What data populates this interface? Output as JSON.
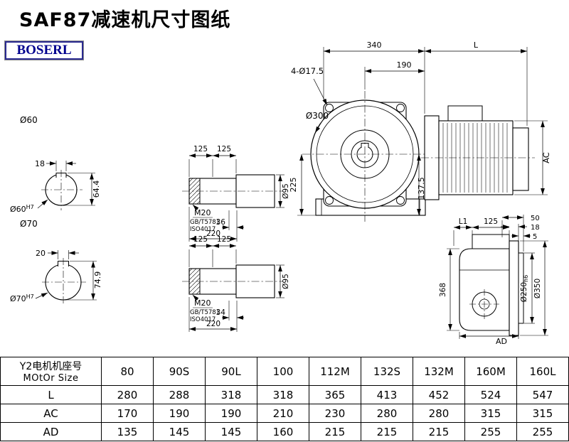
{
  "title": "SAF87减速机尺寸图纸",
  "logo": "BOSERL",
  "drawing": {
    "front": {
      "dim_340": "340",
      "dim_L": "L",
      "dim_190": "190",
      "holes": "4-Ø17.5",
      "dia_300": "Ø300",
      "dim_225": "225",
      "dim_137": "137.5",
      "dim_AC": "AC"
    },
    "side": {
      "dim_L1": "L1",
      "dim_125": "125",
      "dim_50": "50",
      "dim_18": "18",
      "dim_5": "5",
      "dim_368": "368",
      "dia_250": "Ø250",
      "tol_250": "h6",
      "dia_350": "Ø350",
      "dim_AD": "AD"
    },
    "bore60": {
      "dia": "Ø60",
      "key_w": "18",
      "key_h": "64.4",
      "fit": "Ø60",
      "fit_tol": "H7"
    },
    "bore70": {
      "dia": "Ø70",
      "key_w": "20",
      "key_h": "74.9",
      "fit": "Ø70",
      "fit_tol": "H7"
    },
    "shaft_a": {
      "dim_125a": "125",
      "dim_125b": "125",
      "thread": "M20",
      "std1": "GB/T5781",
      "std2": "ISO4017",
      "dim_len": "36",
      "dim_total": "220",
      "dia": "Ø95"
    },
    "shaft_b": {
      "dim_125a": "125",
      "dim_125b": "125",
      "thread": "M20",
      "std1": "GB/T5781",
      "std2": "ISO4017",
      "dim_len": "34",
      "dim_total": "220",
      "dia": "Ø95"
    }
  },
  "table": {
    "header_cn": "Y2电机机座号",
    "header_en": "MOtOr Size",
    "columns": [
      "80",
      "90S",
      "90L",
      "100",
      "112M",
      "132S",
      "132M",
      "160M",
      "160L"
    ],
    "rows": [
      {
        "label": "L",
        "values": [
          "280",
          "288",
          "318",
          "318",
          "365",
          "413",
          "452",
          "524",
          "547"
        ]
      },
      {
        "label": "AC",
        "values": [
          "170",
          "190",
          "190",
          "210",
          "230",
          "280",
          "280",
          "315",
          "315"
        ]
      },
      {
        "label": "AD",
        "values": [
          "135",
          "145",
          "145",
          "160",
          "215",
          "215",
          "215",
          "255",
          "255"
        ]
      }
    ]
  }
}
